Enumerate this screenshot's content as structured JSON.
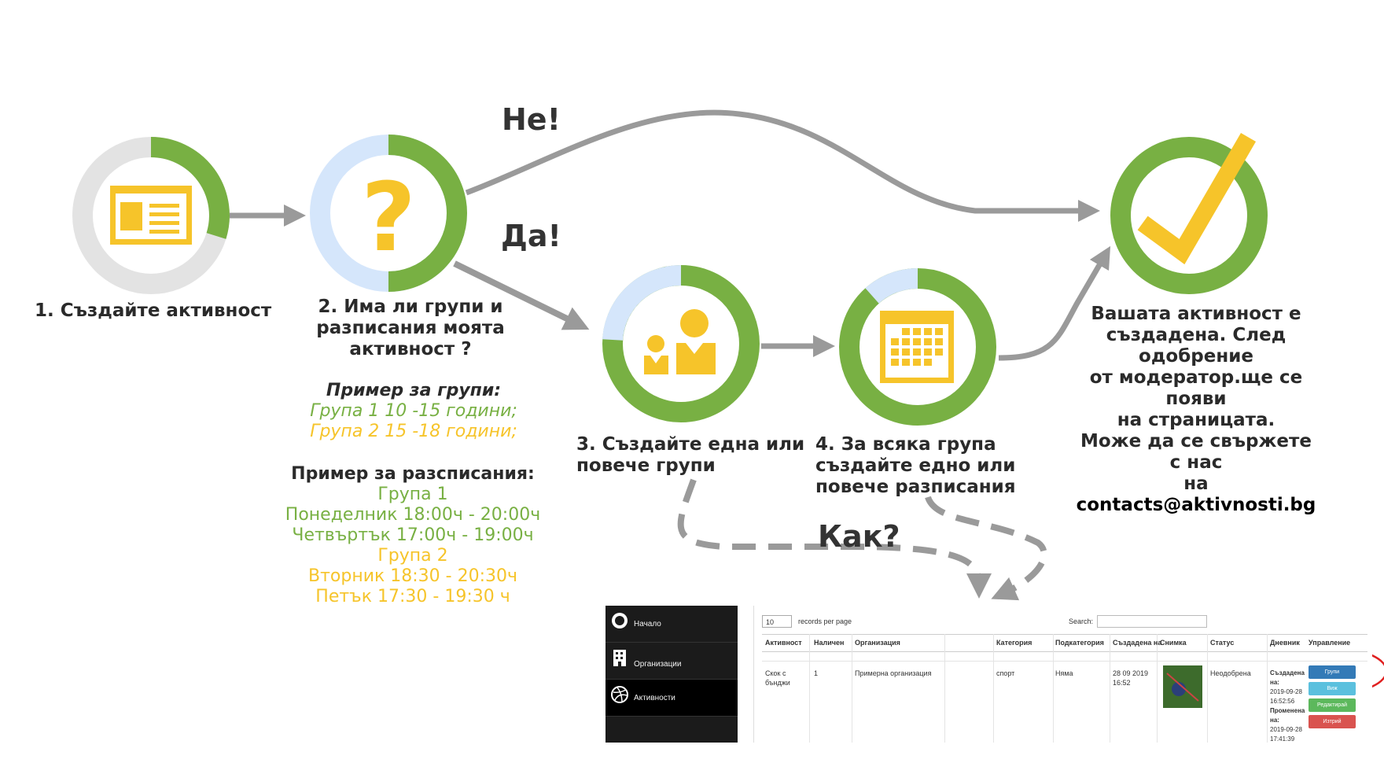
{
  "colors": {
    "green": "#78b043",
    "yellow": "#f6c42a",
    "light_blue": "#d5e6fb",
    "grey": "#e3e3e3",
    "arrow": "#9a9a9a"
  },
  "labels": {
    "no": "Не!",
    "yes": "Да!",
    "how": "Как?"
  },
  "steps": {
    "s1": "1. Създайте активност",
    "s2_lines": [
      "2. Има ли групи и",
      "разписания моята",
      "активност ?"
    ],
    "s3_lines": [
      "3. Създайте една или",
      "повече групи"
    ],
    "s4_lines": [
      "4.  За всяка група",
      "създайте едно или",
      "повече разписания"
    ],
    "s5_lines": [
      "Вашата активност е",
      "създадена. След одобрение",
      "от модератор.ще се появи",
      "на страницата.",
      "Може да се свържете с нас"
    ],
    "s5_last_prefix": "на ",
    "s5_email": "contacts@aktivnosti.bg"
  },
  "groups_example": {
    "title": "Пример за групи:",
    "g1": "Група 1  10 -15 години;",
    "g2": "Група 2  15 -18 години;"
  },
  "schedule_example": {
    "title": "Пример за разсписания:",
    "g1": "Група 1",
    "g1_l1": "Понеделник 18:00ч - 20:00ч",
    "g1_l2": "Четвъртък 17:00ч - 19:00ч",
    "g2": "Група 2",
    "g2_l1": "Вторник 18:30 - 20:30ч",
    "g2_l2": "Петък 17:30 - 19:30 ч"
  },
  "icons": [
    "document-icon",
    "question-icon",
    "people-icon",
    "calendar-icon",
    "checkmark-icon"
  ],
  "screenshot": {
    "sidebar": [
      "Начало",
      "Организации",
      "Активности"
    ],
    "per_page": "10",
    "per_page_label": "records per page",
    "search_label": "Search:",
    "headers": [
      "Активност",
      "Наличен",
      "Организация",
      "Категория",
      "Подкатегория",
      "Създадена на",
      "Снимка",
      "Статус",
      "Дневник",
      "Управление"
    ],
    "row": {
      "activity": "Скок с бънджи",
      "available": "1",
      "organization": "Примерна организация",
      "category": "спорт",
      "subcategory": "Няма",
      "created": "28 09 2019 16:52",
      "status": "Неодобрена",
      "log_created_label": "Създадена на:",
      "log_created": "2019-09-28 16:52:56",
      "log_changed_label": "Променена на:",
      "log_changed": "2019-09-28 17:41:39"
    },
    "buttons": [
      "Групи",
      "Виж",
      "Редактирай",
      "Изтрий"
    ],
    "button_colors": [
      "#337ab7",
      "#5bc0de",
      "#5cb85c",
      "#d9534f"
    ]
  }
}
